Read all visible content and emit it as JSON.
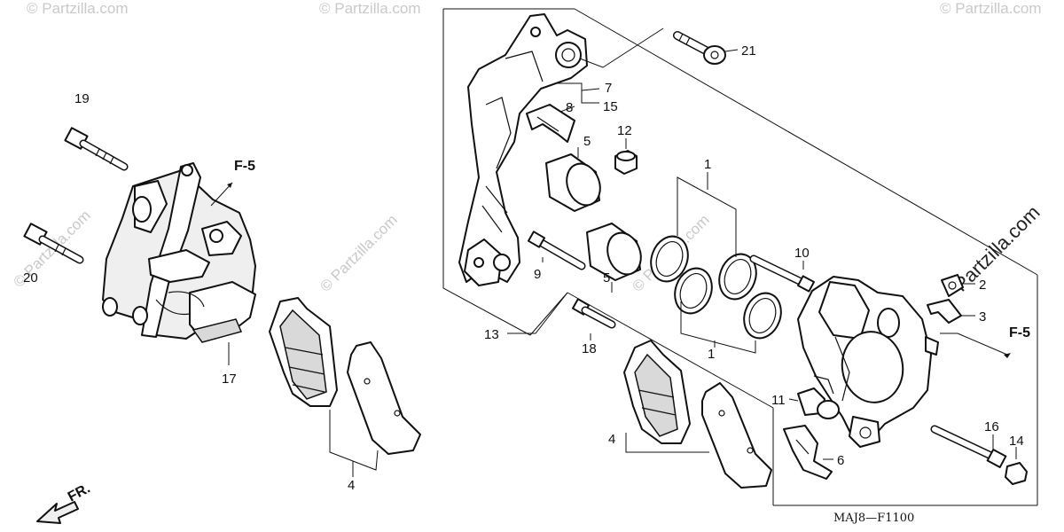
{
  "diagram_code": "MAJ8—F1100",
  "watermark": "© Partzilla.com",
  "watermark_main": "Partzilla.com",
  "front_label": "FR.",
  "ref_labels": {
    "left_f5": "F-5",
    "right_f5": "F-5"
  },
  "callouts": {
    "n1a": "1",
    "n1b": "1",
    "n2": "2",
    "n3": "3",
    "n4a": "4",
    "n4b": "4",
    "n5a": "5",
    "n5b": "5",
    "n6": "6",
    "n7": "7",
    "n8": "8",
    "n9": "9",
    "n10": "10",
    "n11": "11",
    "n12": "12",
    "n13": "13",
    "n14": "14",
    "n15": "15",
    "n16": "16",
    "n17": "17",
    "n18": "18",
    "n19": "19",
    "n20": "20",
    "n21": "21"
  }
}
